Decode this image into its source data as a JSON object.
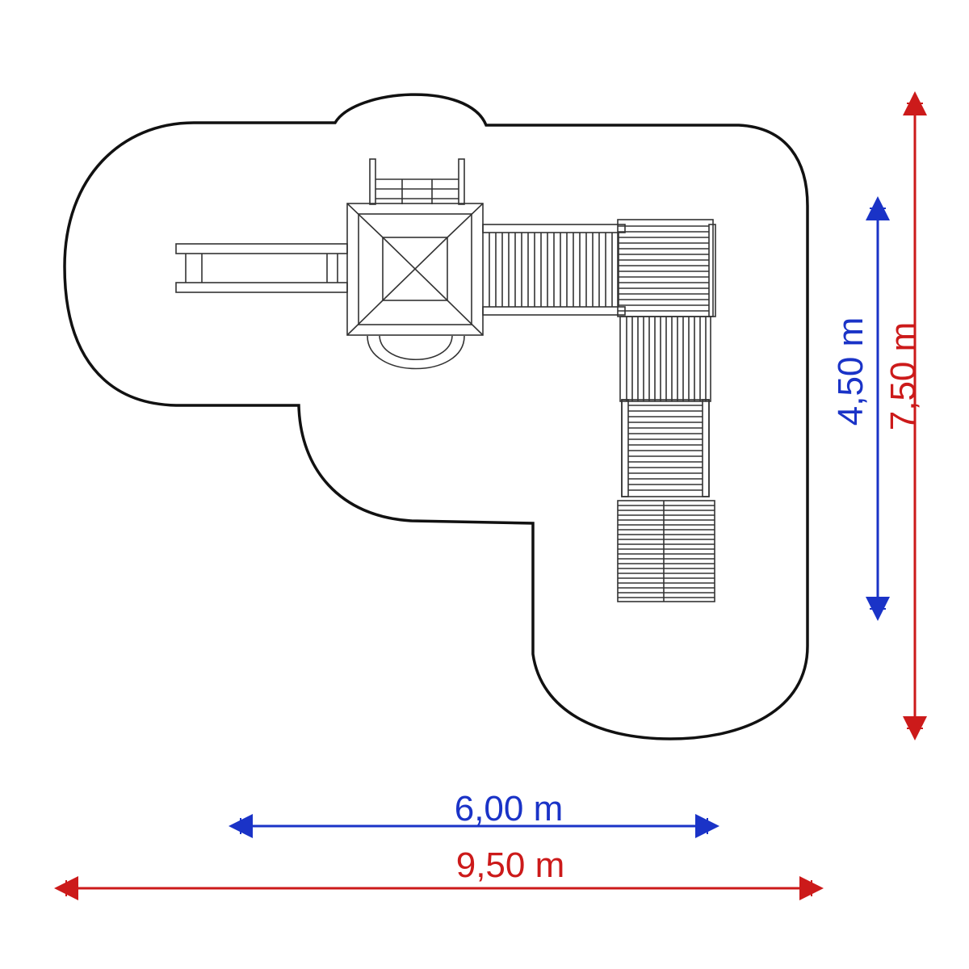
{
  "dimensions": {
    "inner_width": {
      "label": "6,00 m",
      "color": "#1a33c7"
    },
    "outer_width": {
      "label": "9,50 m",
      "color": "#cc1a1a"
    },
    "inner_depth": {
      "label": "4,50 m",
      "color": "#1a33c7"
    },
    "outer_depth": {
      "label": "7,50 m",
      "color": "#cc1a1a"
    }
  },
  "colors": {
    "outline": "#111111",
    "equipment_line": "#333333",
    "background": "#ffffff"
  }
}
